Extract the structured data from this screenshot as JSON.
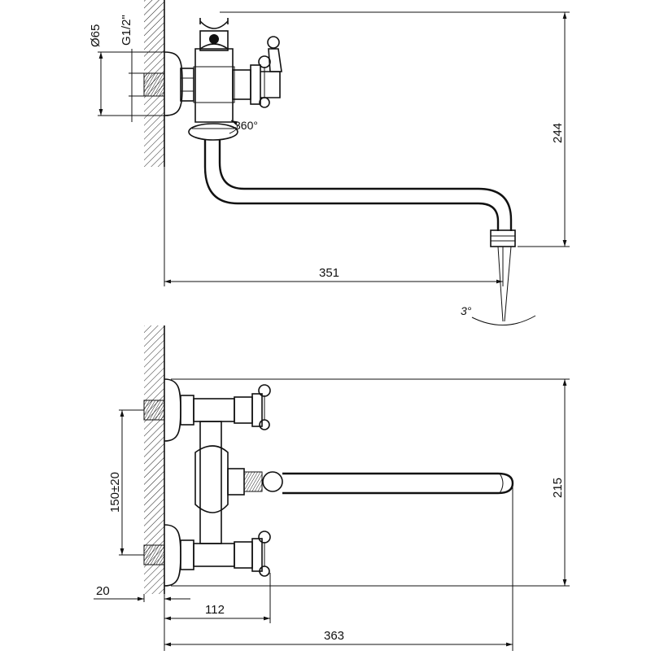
{
  "top_view": {
    "dim_diameter": "Ø65",
    "dim_thread": "G1/2\"",
    "rotation_label": "360°",
    "dim_height": "244",
    "dim_length": "351",
    "angle_label": "3°"
  },
  "bottom_view": {
    "dim_center_distance": "150±20",
    "dim_height": "215",
    "dim_wall_offset": "20",
    "dim_body_depth": "112",
    "dim_total_length": "363"
  }
}
